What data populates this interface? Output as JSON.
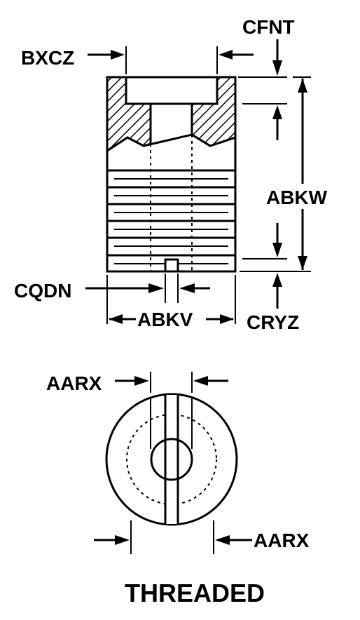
{
  "labels": {
    "cfnt": "CFNT",
    "bxcz": "BXCZ",
    "abkw": "ABKW",
    "cqdn": "CQDN",
    "abkv": "ABKV",
    "cryz": "CRYZ",
    "aarx_top": "AARX",
    "aarx_bottom": "AARX"
  },
  "caption": "THREADED",
  "colors": {
    "ink": "#000000",
    "paper": "#ffffff"
  }
}
